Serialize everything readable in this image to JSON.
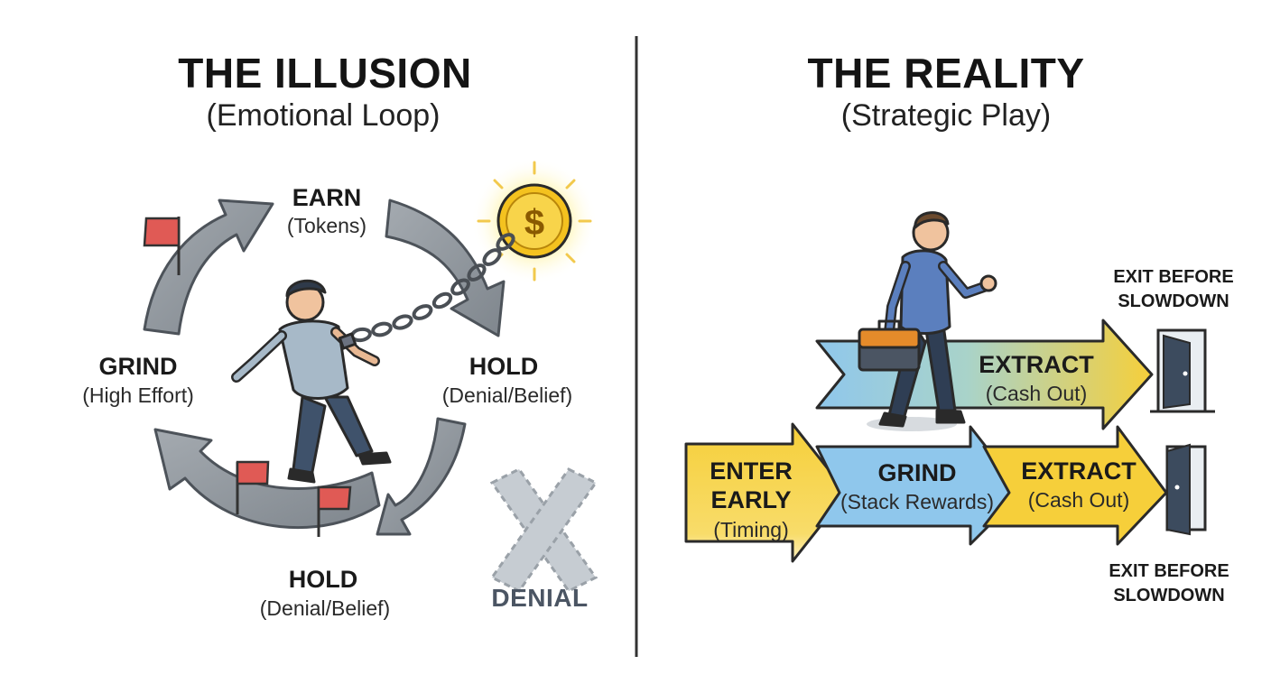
{
  "left": {
    "title": "THE ILLUSION",
    "subtitle": "(Emotional Loop)",
    "nodes": {
      "earn": {
        "label": "EARN",
        "sub": "(Tokens)"
      },
      "hold_right": {
        "label": "HOLD",
        "sub": "(Denial/Belief)"
      },
      "hold_bottom": {
        "label": "HOLD",
        "sub": "(Denial/Belief)"
      },
      "grind": {
        "label": "GRIND",
        "sub": "(High Effort)"
      }
    },
    "coin_symbol": "$",
    "denial_label": "DENIAL"
  },
  "right": {
    "title": "THE REALITY",
    "subtitle": "(Strategic Play)",
    "top_row": {
      "extract": {
        "label": "EXTRACT",
        "sub": "(Cash Out)"
      },
      "exit_line1": "EXIT BEFORE",
      "exit_line2": "SLOWDOWN"
    },
    "bottom_row": {
      "enter": {
        "line1": "ENTER",
        "line2": "EARLY",
        "sub": "(Timing)"
      },
      "grind": {
        "label": "GRIND",
        "sub": "(Stack Rewards)"
      },
      "extract": {
        "label": "EXTRACT",
        "sub": "(Cash Out)"
      },
      "exit_line1": "EXIT BEFORE",
      "exit_line2": "SLOWDOWN"
    }
  },
  "colors": {
    "loop_arrow": "#8e959c",
    "flag": "#e05a55",
    "coin": "#f4c21f",
    "blue_arrow": "#8fc7ec",
    "yellow_arrow": "#f6cf3a",
    "door": "#3c4b5e",
    "divider": "#333333"
  }
}
